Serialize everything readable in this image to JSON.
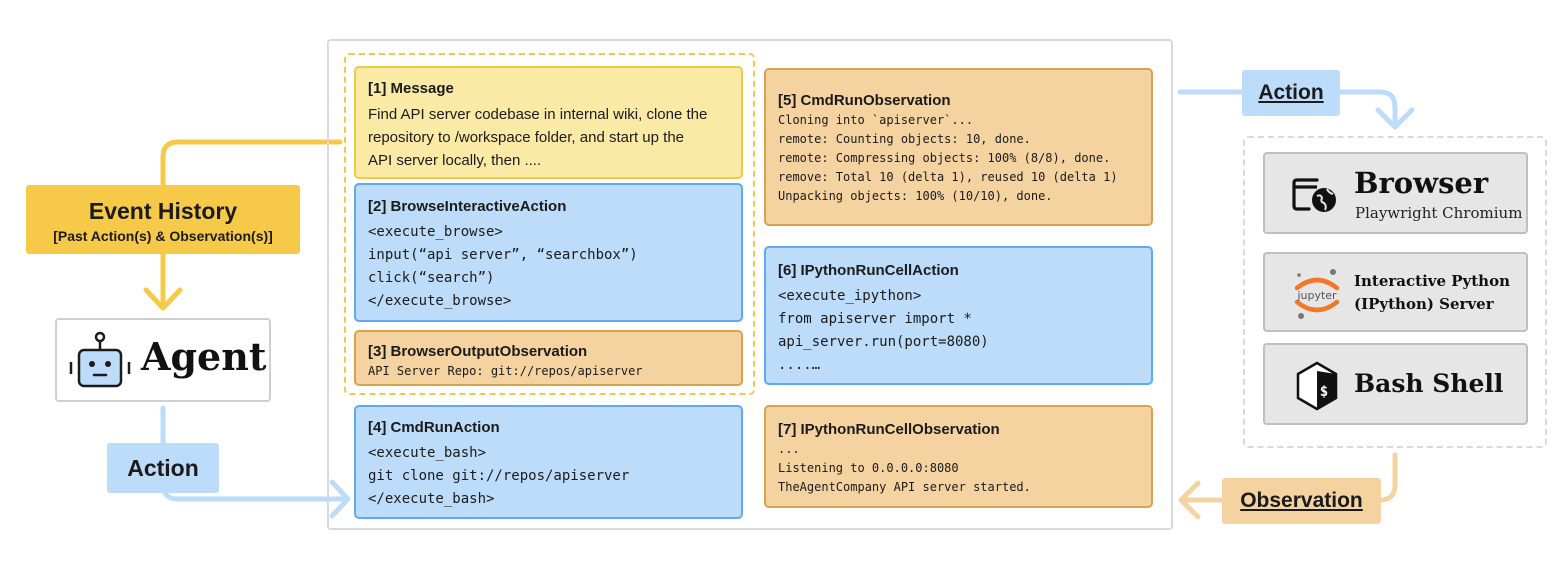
{
  "event_history": {
    "title": "Event History",
    "subtitle": "[Past Action(s) & Observation(s)]"
  },
  "agent": {
    "label": "Agent"
  },
  "labels": {
    "action_left": "Action",
    "action_right": "Action",
    "observation": "Observation"
  },
  "events": {
    "e1": {
      "title": "[1] Message",
      "lines": [
        "Find API server codebase in internal wiki, clone the",
        "repository to /workspace folder, and start up the",
        "API server locally, then ...."
      ]
    },
    "e2": {
      "title": "[2] BrowseInteractiveAction",
      "lines": [
        "<execute_browse>",
        "input(“api server”, “searchbox”)",
        "click(“search”)",
        "</execute_browse>"
      ]
    },
    "e3": {
      "title": "[3] BrowserOutputObservation",
      "lines": [
        "API Server Repo: git://repos/apiserver"
      ]
    },
    "e4": {
      "title": "[4] CmdRunAction",
      "lines": [
        "<execute_bash>",
        "git clone git://repos/apiserver",
        "</execute_bash>"
      ]
    },
    "e5": {
      "title": "[5] CmdRunObservation",
      "lines": [
        "Cloning into `apiserver`...",
        "remote: Counting objects: 10, done.",
        "remote: Compressing objects: 100% (8/8), done.",
        "remove: Total 10 (delta 1), reused 10 (delta 1)",
        "Unpacking objects: 100% (10/10), done."
      ]
    },
    "e6": {
      "title": "[6] IPythonRunCellAction",
      "lines": [
        "<execute_ipython>",
        "from apiserver import *",
        "api_server.run(port=8080)",
        "....…"
      ]
    },
    "e7": {
      "title": "[7] IPythonRunCellObservation",
      "lines": [
        "...",
        "Listening to 0.0.0.0:8080",
        "TheAgentCompany API server started."
      ]
    }
  },
  "tools": {
    "browser": {
      "name": "Browser",
      "sub": "Playwright Chromium"
    },
    "ipython": {
      "name_line1": "Interactive Python",
      "name_line2": "(IPython) Server",
      "logo_text": "jupyter"
    },
    "bash": {
      "name": "Bash Shell"
    }
  },
  "colors": {
    "yellow": "#f2c84b",
    "yellow_fill": "#fbe9a6",
    "blue": "#5ea9f0",
    "blue_fill": "#bddcfa",
    "orange": "#d9a24e",
    "orange_fill": "#f5d3a1",
    "event_history_fill": "#f7c948"
  }
}
